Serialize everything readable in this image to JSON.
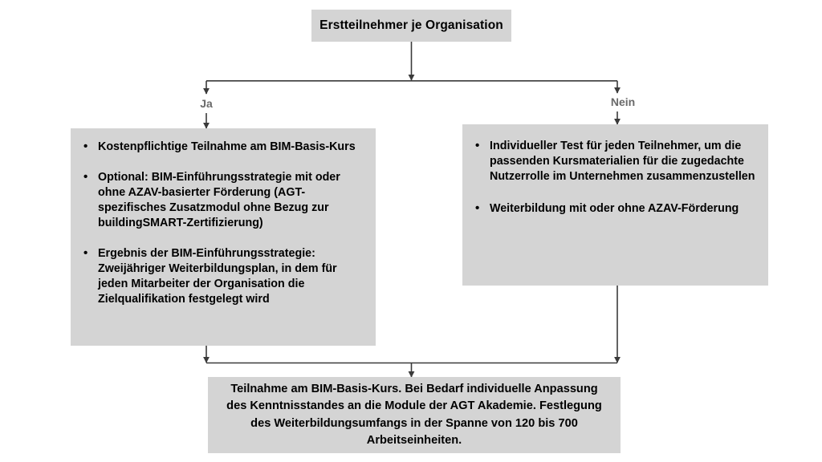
{
  "diagram": {
    "title_node": {
      "label": "Erstteilnehmer je Organisation"
    },
    "branches": {
      "yes_label": "Ja",
      "no_label": "Nein"
    },
    "yes_branch": {
      "bullets": [
        "Kostenpflichtige Teilnahme am BIM-Basis-Kurs",
        "Optional: BIM-Einführungsstrategie mit oder ohne AZAV-basierter Förderung (AGT-spezifisches Zusatzmodul ohne Bezug zur buildingSMART-Zertifizierung)",
        "Ergebnis der BIM-Einführungsstrategie: Zweijähriger Weiterbildungsplan, in dem für jeden Mitarbeiter der Organisation die Zielqualifikation festgelegt wird"
      ]
    },
    "no_branch": {
      "bullets": [
        "Individueller Test für jeden Teilnehmer, um die passenden Kursmaterialien für die zugedachte Nutzerrolle im Unternehmen zusammenzustellen",
        "Weiterbildung mit oder ohne AZAV-Förderung"
      ]
    },
    "result_node": {
      "text": "Teilnahme am BIM-Basis-Kurs. Bei Bedarf individuelle Anpassung des Kenntnisstandes an die Module der AGT Akademie. Festlegung des Weiterbildungsumfangs in der Spanne von 120 bis 700 Arbeitseinheiten."
    },
    "colors": {
      "node_fill": "#d4d4d4",
      "connector": "#3a3a3a",
      "branch_label": "#6a6a6a",
      "text": "#000000",
      "background": "#ffffff"
    }
  }
}
